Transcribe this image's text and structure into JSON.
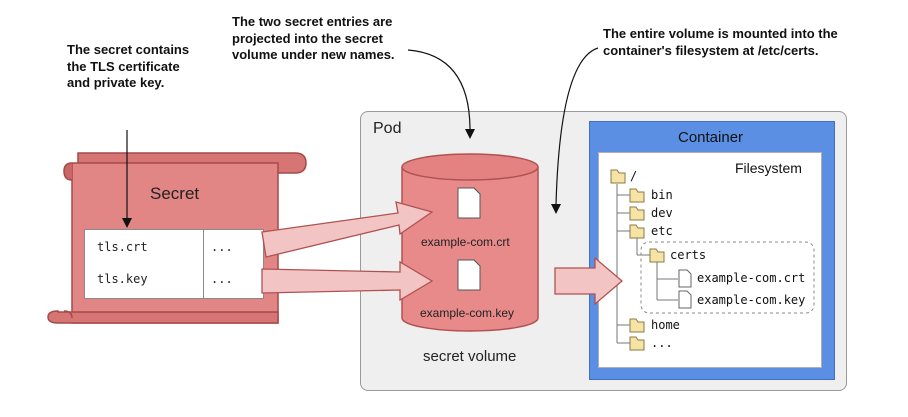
{
  "notes": {
    "secret_note": "The secret contains the TLS certificate and private key.",
    "projected_note": "The two secret entries are projected into the secret volume under new names.",
    "mounted_note": "The entire volume is mounted into the container's filesystem at /etc/certs."
  },
  "secret": {
    "title": "Secret",
    "entries": [
      {
        "key": "tls.crt",
        "value": "..."
      },
      {
        "key": "tls.key",
        "value": "..."
      }
    ]
  },
  "pod": {
    "label": "Pod"
  },
  "volume": {
    "label": "secret volume",
    "files": [
      "example-com.crt",
      "example-com.key"
    ]
  },
  "container": {
    "title": "Container",
    "filesystem_label": "Filesystem",
    "tree": {
      "root": "/",
      "bin": "bin",
      "dev": "dev",
      "etc": "etc",
      "certs": "certs",
      "cert_files": [
        "example-com.crt",
        "example-com.key"
      ],
      "home": "home",
      "more": "..."
    }
  },
  "colors": {
    "secret_fill": "#e07f7f",
    "volume_fill": "#e88a8a",
    "arrow_fill": "#f2c4c4",
    "container_blue": "#5b8fe3",
    "folder_fill": "#f7e3a6"
  }
}
